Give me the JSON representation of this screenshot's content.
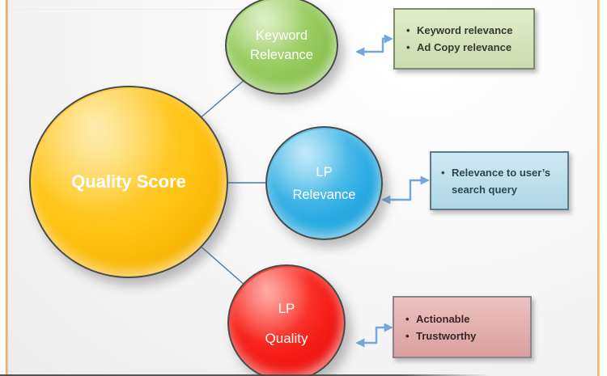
{
  "diagram": {
    "description": "Quality Score factors diagram",
    "root_node": {
      "label": "Quality Score"
    },
    "nodes": {
      "keyword_relevance": {
        "line1": "Keyword",
        "line2": "Relevance"
      },
      "lp_relevance": {
        "line1": "LP",
        "line2": "Relevance"
      },
      "lp_quality": {
        "line1": "LP",
        "line2": "Quality"
      }
    },
    "callouts": {
      "keyword_relevance": {
        "bullet": "•",
        "items": [
          "Keyword relevance",
          "Ad Copy relevance"
        ]
      },
      "lp_relevance": {
        "bullet": "•",
        "items": [
          "Relevance to user’s search query"
        ]
      },
      "lp_quality": {
        "bullet": "•",
        "items": [
          "Actionable",
          "Trustworthy"
        ]
      }
    },
    "colors": {
      "root_fill": "#FFC415",
      "keyword_fill": "#93C95B",
      "lp_relevance_fill": "#2CACE2",
      "lp_quality_fill": "#F51E17",
      "keyword_box_fill": "#D5E3BC",
      "lp_relevance_box_fill": "#BCDEEB",
      "lp_quality_box_fill": "#E2ACAB",
      "connector_arrow": "#75A5DE",
      "branch_line": "#4A7AA8",
      "frame_border": "#F2AE63"
    }
  }
}
